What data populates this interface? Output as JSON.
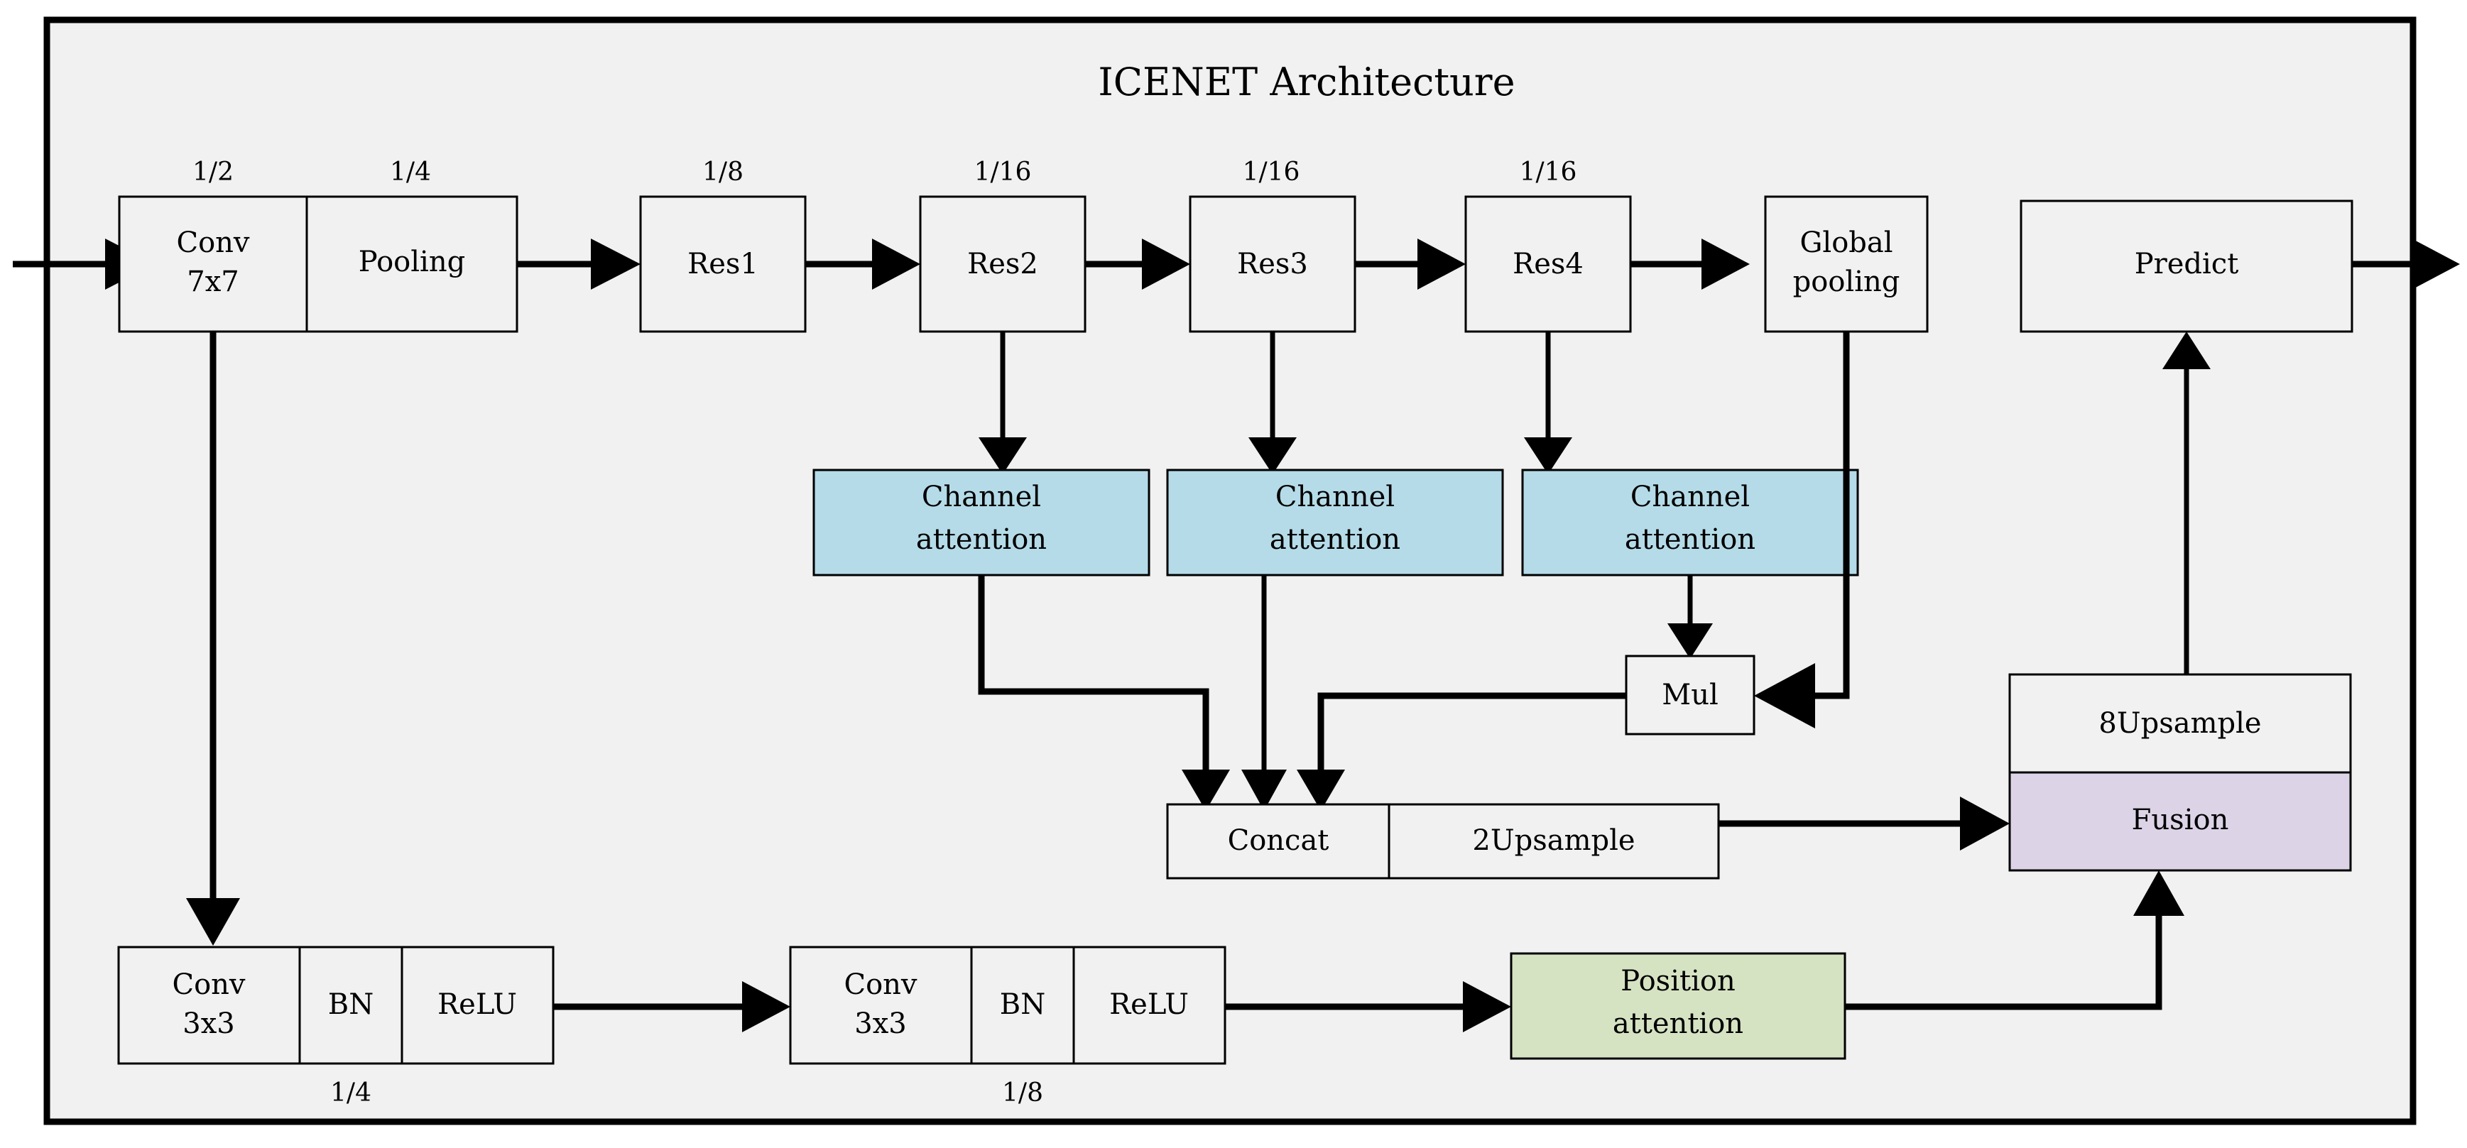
{
  "diagram": {
    "title": "ICENET Architecture",
    "background_color": "#f1f1f1",
    "frame_color": "#000000",
    "palette": {
      "channel_attention": "#b5dbe8",
      "position_attention": "#d6e3c3",
      "fusion": "#dcd4e6",
      "default_box": "#f1f1f1"
    },
    "top_row": {
      "scale_labels": [
        "1/2",
        "1/4",
        "1/8",
        "1/16",
        "1/16",
        "1/16"
      ],
      "blocks": [
        {
          "label_line1": "Conv",
          "label_line2": "7x7"
        },
        {
          "label_line1": "Pooling",
          "label_line2": ""
        },
        {
          "label_line1": "Res1",
          "label_line2": ""
        },
        {
          "label_line1": "Res2",
          "label_line2": ""
        },
        {
          "label_line1": "Res3",
          "label_line2": ""
        },
        {
          "label_line1": "Res4",
          "label_line2": ""
        },
        {
          "label_line1": "Global",
          "label_line2": "pooling"
        },
        {
          "label_line1": "Predict",
          "label_line2": ""
        }
      ]
    },
    "attention_row": {
      "blocks": [
        {
          "line1": "Channel",
          "line2": "attention"
        },
        {
          "line1": "Channel",
          "line2": "attention"
        },
        {
          "line1": "Channel",
          "line2": "attention"
        }
      ]
    },
    "mul_block": {
      "label": "Mul"
    },
    "concat_block": {
      "left_label": "Concat",
      "right_label": "2Upsample"
    },
    "fusion_block": {
      "top_label": "8Upsample",
      "bottom_label": "Fusion"
    },
    "bottom_row": {
      "group1": {
        "conv_line1": "Conv",
        "conv_line2": "3x3",
        "bn": "BN",
        "relu": "ReLU",
        "scale": "1/4"
      },
      "group2": {
        "conv_line1": "Conv",
        "conv_line2": "3x3",
        "bn": "BN",
        "relu": "ReLU",
        "scale": "1/8"
      },
      "position_attention": {
        "line1": "Position",
        "line2": "attention"
      }
    }
  }
}
